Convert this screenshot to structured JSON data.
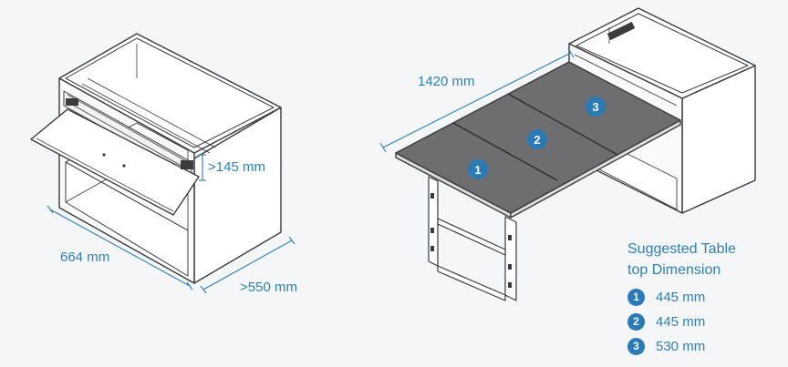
{
  "cabinet": {
    "depth_label": ">145 mm",
    "width_label": "664 mm",
    "side_label": ">550 mm"
  },
  "table": {
    "length_label": "1420 mm",
    "sections": [
      "1",
      "2",
      "3"
    ]
  },
  "legend": {
    "title_line1": "Suggested Table",
    "title_line2": "top Dimension",
    "items": [
      {
        "number": "1",
        "value": "445 mm"
      },
      {
        "number": "2",
        "value": "445 mm"
      },
      {
        "number": "3",
        "value": "530 mm"
      }
    ]
  },
  "colors": {
    "outline": "#3b3b3b",
    "accent": "#2f7fb4",
    "badge": "#2a7ab8"
  }
}
